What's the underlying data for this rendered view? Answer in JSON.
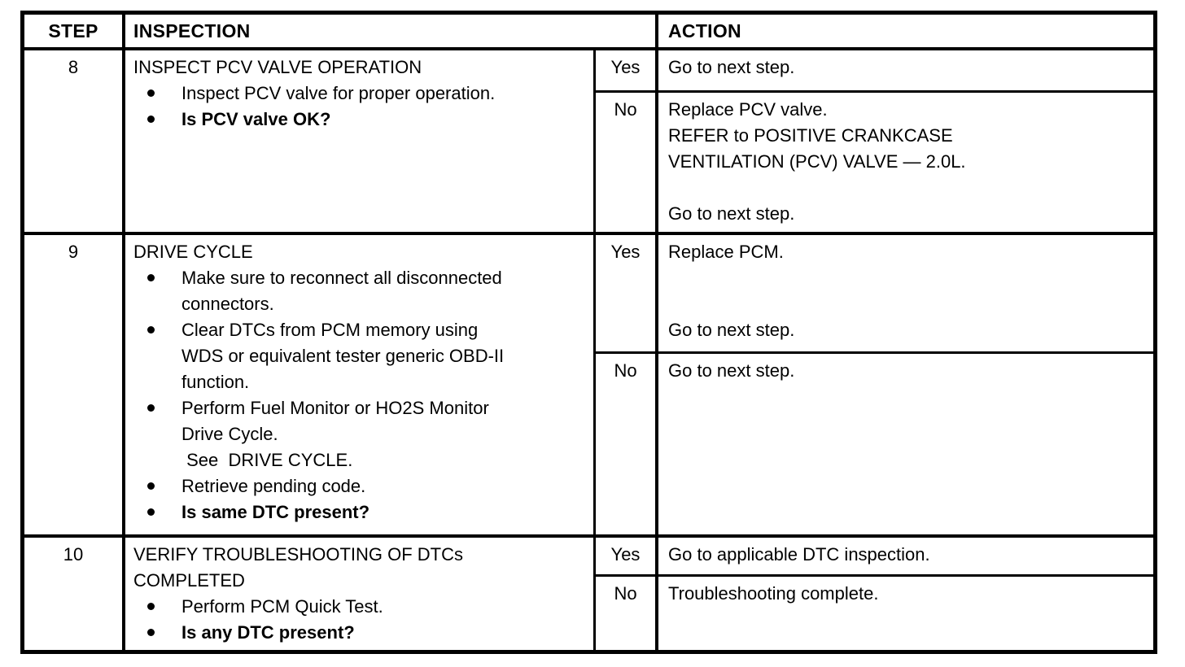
{
  "table": {
    "border_color": "#000000",
    "background_color": "#ffffff",
    "text_color": "#000000",
    "headers": {
      "step": "STEP",
      "inspection": "INSPECTION",
      "action": "ACTION"
    },
    "rows": [
      {
        "step": "8",
        "title": "INSPECT PCV VALVE OPERATION",
        "bullets": [
          {
            "text": "Inspect PCV valve for proper operation.",
            "bold": false
          },
          {
            "text": "Is PCV valve OK?",
            "bold": true
          }
        ],
        "branches": [
          {
            "answer": "Yes",
            "text": "Go to next step."
          },
          {
            "answer": "No",
            "text": "Replace PCV valve.\nREFER to POSITIVE CRANKCASE\nVENTILATION (PCV) VALVE — 2.0L.\n\nGo to next step."
          }
        ]
      },
      {
        "step": "9",
        "title": "DRIVE CYCLE",
        "bullets": [
          {
            "text": "Make sure to reconnect all disconnected\nconnectors.",
            "bold": false
          },
          {
            "text": "Clear DTCs from PCM memory using\nWDS or equivalent tester generic OBD-II\nfunction.",
            "bold": false
          },
          {
            "text": "Perform Fuel Monitor or HO2S Monitor\nDrive Cycle.\n See  DRIVE CYCLE.",
            "bold": false
          },
          {
            "text": "Retrieve pending code.",
            "bold": false
          },
          {
            "text": "Is same DTC present?",
            "bold": true
          }
        ],
        "branches": [
          {
            "answer": "Yes",
            "text": "Replace PCM.\n\n\nGo to next step."
          },
          {
            "answer": "No",
            "text": "Go to next step."
          }
        ]
      },
      {
        "step": "10",
        "title": "VERIFY TROUBLESHOOTING OF DTCs\nCOMPLETED",
        "bullets": [
          {
            "text": "Perform PCM Quick Test.",
            "bold": false
          },
          {
            "text": "Is any DTC present?",
            "bold": true
          }
        ],
        "branches": [
          {
            "answer": "Yes",
            "text": "Go to applicable DTC inspection."
          },
          {
            "answer": "No",
            "text": "Troubleshooting complete."
          }
        ]
      }
    ]
  }
}
